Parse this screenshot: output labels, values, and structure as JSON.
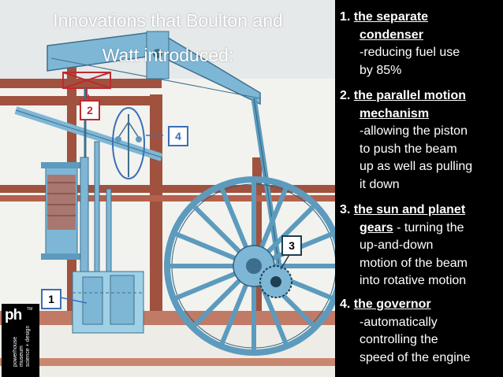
{
  "title": {
    "line1": "Innovations that Boulton and",
    "line2": "Watt introduced:"
  },
  "items": [
    {
      "number": "1.",
      "heading_lines": [
        "the separate",
        "condenser"
      ],
      "desc_lines": [
        "-reducing fuel use",
        "by 85%"
      ]
    },
    {
      "number": "2.",
      "heading_lines": [
        "the parallel motion",
        "mechanism"
      ],
      "desc_lines": [
        "-allowing the piston",
        "to push the beam",
        "up as well as pulling",
        "it down"
      ]
    },
    {
      "number": "3.",
      "heading_lines": [
        "the sun and planet",
        "gears"
      ],
      "inline_desc": " - turning the",
      "desc_lines": [
        "up-and-down",
        "motion of the beam",
        "into rotative motion"
      ]
    },
    {
      "number": "4.",
      "heading_lines": [
        "the governor"
      ],
      "desc_lines": [
        "-automatically",
        "controlling the",
        "speed of the engine"
      ]
    }
  ],
  "callouts": {
    "one": "1",
    "two": "2",
    "three": "3",
    "four": "4"
  },
  "logo": {
    "mark": "ph",
    "trademark": "TM",
    "vertical_lines": [
      "powerhouse",
      "museum",
      "science + design"
    ]
  },
  "colors": {
    "panel_bg": "#000000",
    "panel_text": "#ffffff",
    "callout_red": "#c0292f",
    "callout_blue": "#3b6fb6",
    "machine_blue": "#7eb7d6",
    "frame_brown": "#a0523e"
  }
}
